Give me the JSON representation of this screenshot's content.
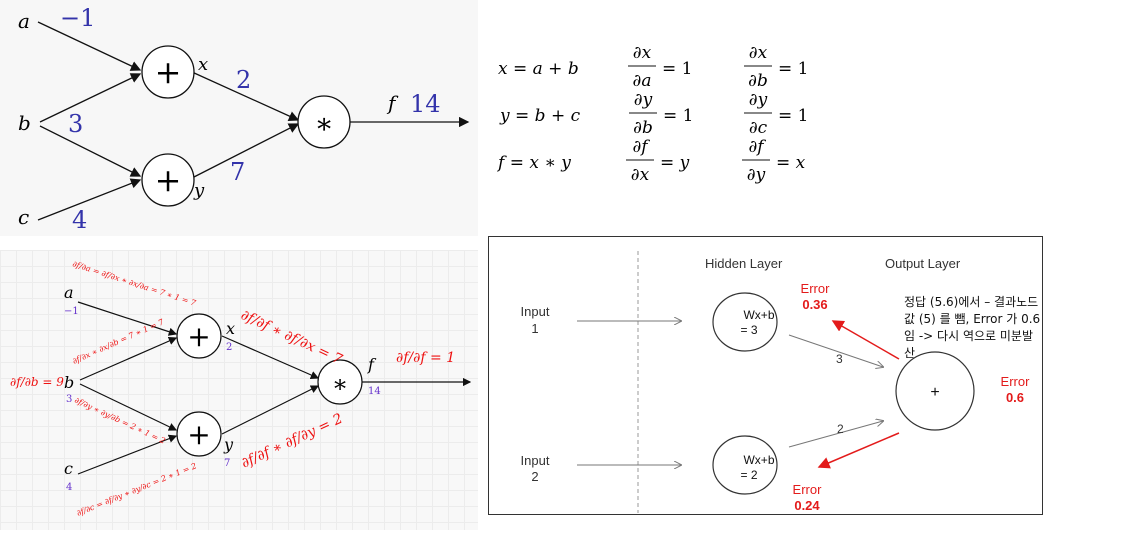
{
  "top_graph": {
    "vars": {
      "a": "a",
      "b": "b",
      "c": "c",
      "x": "x",
      "y": "y",
      "f": "f"
    },
    "values": {
      "a": "−1",
      "b": "3",
      "c": "4",
      "x": "2",
      "y": "7",
      "f": "14"
    },
    "ops": {
      "plus": "+",
      "times": "∗"
    }
  },
  "equations": {
    "rows": [
      {
        "expr": "x = a + b",
        "d1_num": "∂x",
        "d1_den": "∂a",
        "d1_rhs": "= 1",
        "d2_num": "∂x",
        "d2_den": "∂b",
        "d2_rhs": "= 1"
      },
      {
        "expr": "y = b + c",
        "d1_num": "∂y",
        "d1_den": "∂b",
        "d1_rhs": "= 1",
        "d2_num": "∂y",
        "d2_den": "∂c",
        "d2_rhs": "= 1"
      },
      {
        "expr": "f = x ∗ y",
        "d1_num": "∂f",
        "d1_den": "∂x",
        "d1_rhs": "= y",
        "d2_num": "∂f",
        "d2_den": "∂y",
        "d2_rhs": "= x"
      }
    ]
  },
  "backprop_graph": {
    "vars": {
      "a": "a",
      "b": "b",
      "c": "c",
      "x": "x",
      "y": "y",
      "f": "f"
    },
    "values": {
      "a": "−1",
      "b": "3",
      "c": "4",
      "x": "2",
      "y": "7",
      "f": "14"
    },
    "ops": {
      "plus": "+",
      "times": "∗"
    },
    "grads": {
      "df_df": "∂f/∂f = 1",
      "df_db": "∂f/∂b = 9",
      "df_dx": "∂f/∂f ∗ ∂f/∂x = 7",
      "df_dy": "∂f/∂f ∗ ∂f/∂y = 2",
      "df_da": "∂f/∂a = ∂f/∂x ∗ ∂x/∂a = 7 ∗ 1 = 7",
      "b_upper": "∂f/∂x ∗ ∂x/∂b = 7 ∗ 1 = 7",
      "b_lower": "∂f/∂y ∗ ∂y/∂b = 2 ∗ 1 = 2",
      "df_dc": "∂f/∂c = ∂f/∂y ∗ ∂y/∂c = 2 ∗ 1 = 2"
    }
  },
  "nn_diagram": {
    "hidden_layer_label": "Hidden Layer",
    "output_layer_label": "Output Layer",
    "input1": [
      "Input",
      "1"
    ],
    "input2": [
      "Input",
      "2"
    ],
    "hidden1": [
      "Wx+b",
      "= 3"
    ],
    "hidden2": [
      "Wx+b",
      "= 2"
    ],
    "output_node": "+",
    "weight1": "3",
    "weight2": "2",
    "error_label": "Error",
    "error_h1": "0.36",
    "error_h2": "0.24",
    "error_out": "0.6",
    "note": "정답 (5.6)에서 – 결과노드값 (5) 를 뺌, Error 가 0.6임 -> 다시 역으로 미분발산"
  }
}
